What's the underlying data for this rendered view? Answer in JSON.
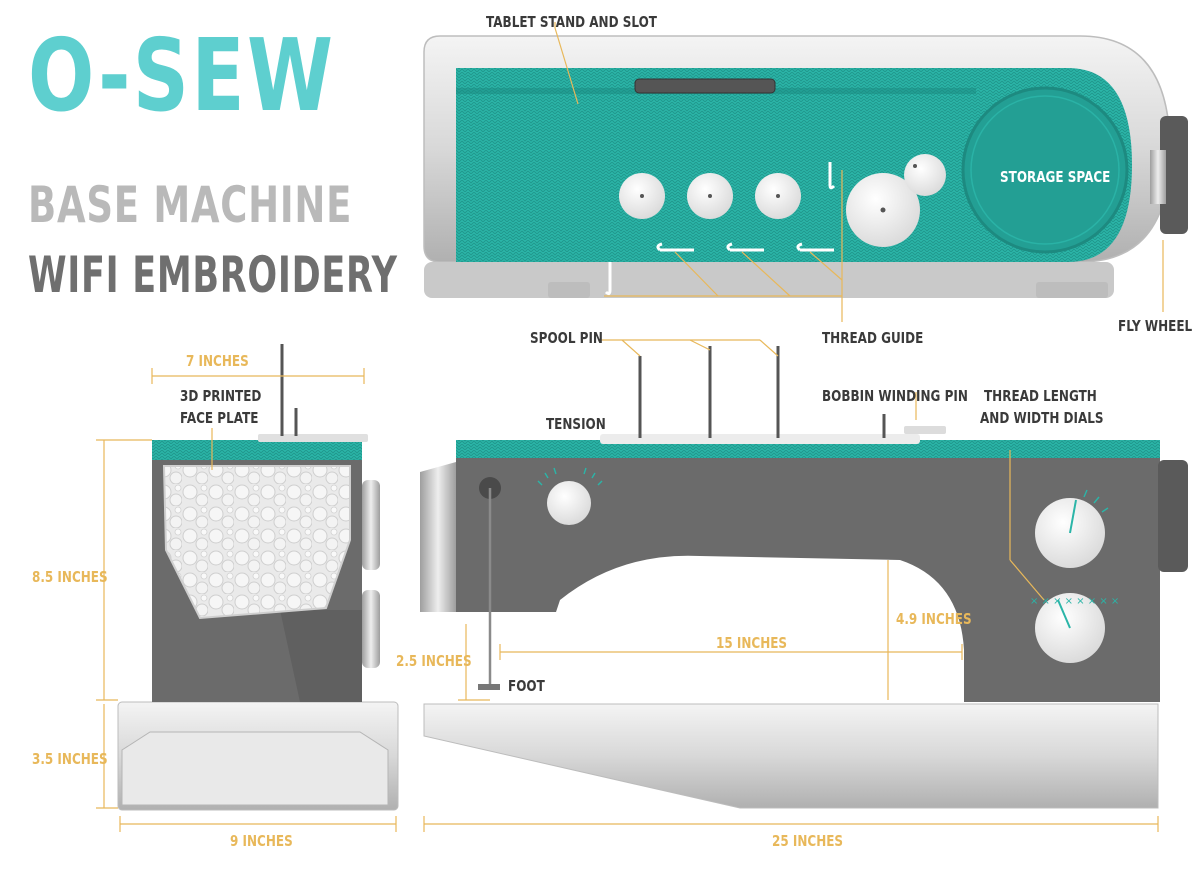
{
  "title": {
    "brand": "O-SEW",
    "line2": "BASE MACHINE",
    "line3": "WIFI EMBROIDERY"
  },
  "labels": {
    "tablet_stand": "TABLET STAND AND SLOT",
    "storage_space": "STORAGE SPACE",
    "fly_wheel": "FLY WHEEL",
    "thread_guide": "THREAD GUIDE",
    "spool_pin": "SPOOL PIN",
    "tension": "TENSION",
    "bobbin_winding_pin": "BOBBIN WINDING PIN",
    "thread_length_dials_1": "THREAD LENGTH",
    "thread_length_dials_2": "AND WIDTH DIALS",
    "face_plate_1": "3D PRINTED",
    "face_plate_2": "FACE PLATE",
    "foot": "FOOT"
  },
  "dimensions": {
    "width_top": "7 INCHES",
    "height_body": "8.5 INCHES",
    "height_base": "3.5 INCHES",
    "width_base": "9 INCHES",
    "length_total": "25 INCHES",
    "arm_length": "15 INCHES",
    "arm_height": "4.9 INCHES",
    "foot_height": "2.5 INCHES"
  },
  "colors": {
    "teal": "#2bb5a8",
    "title_teal": "#5ecfcf",
    "body_gray": "#6b6b6b",
    "dimension_gold": "#e8b85a"
  }
}
